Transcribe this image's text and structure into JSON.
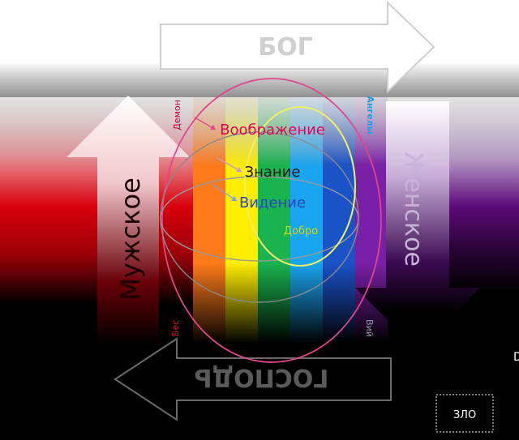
{
  "labels": {
    "god": "БОГ",
    "lord": "ГОСПОДЬ",
    "male": "Мужское",
    "female": "Женское",
    "demon": "Демон",
    "angels": "Ангелы",
    "bes": "Бес",
    "viy": "Вий",
    "imagination": "Воображение",
    "knowledge": "Знание",
    "vision": "Видение",
    "good": "Добро",
    "evil": "ЗЛО",
    "edge_mark": "D"
  },
  "colors": {
    "spectrum": [
      "#ff7a1a",
      "#ffee00",
      "#19b34f",
      "#1aa5f0",
      "#1a52c8",
      "#7a1fa8"
    ],
    "left_red": "#d8000c",
    "right_purple": "#5c0a78",
    "imagination_text": "#e8005a",
    "knowledge_text": "#1a1a1a",
    "vision_text": "#2a48b8",
    "good_text": "#d8d800",
    "demon_text": "#c2003a",
    "angels_text": "#1aa0e8",
    "bes_text": "#e01020",
    "viy_text": "#9a9ab4",
    "ellipse_pink": "#e0468a",
    "ellipse_yellow": "#f0f060",
    "ellipse_grey": "#8a8a8a"
  }
}
